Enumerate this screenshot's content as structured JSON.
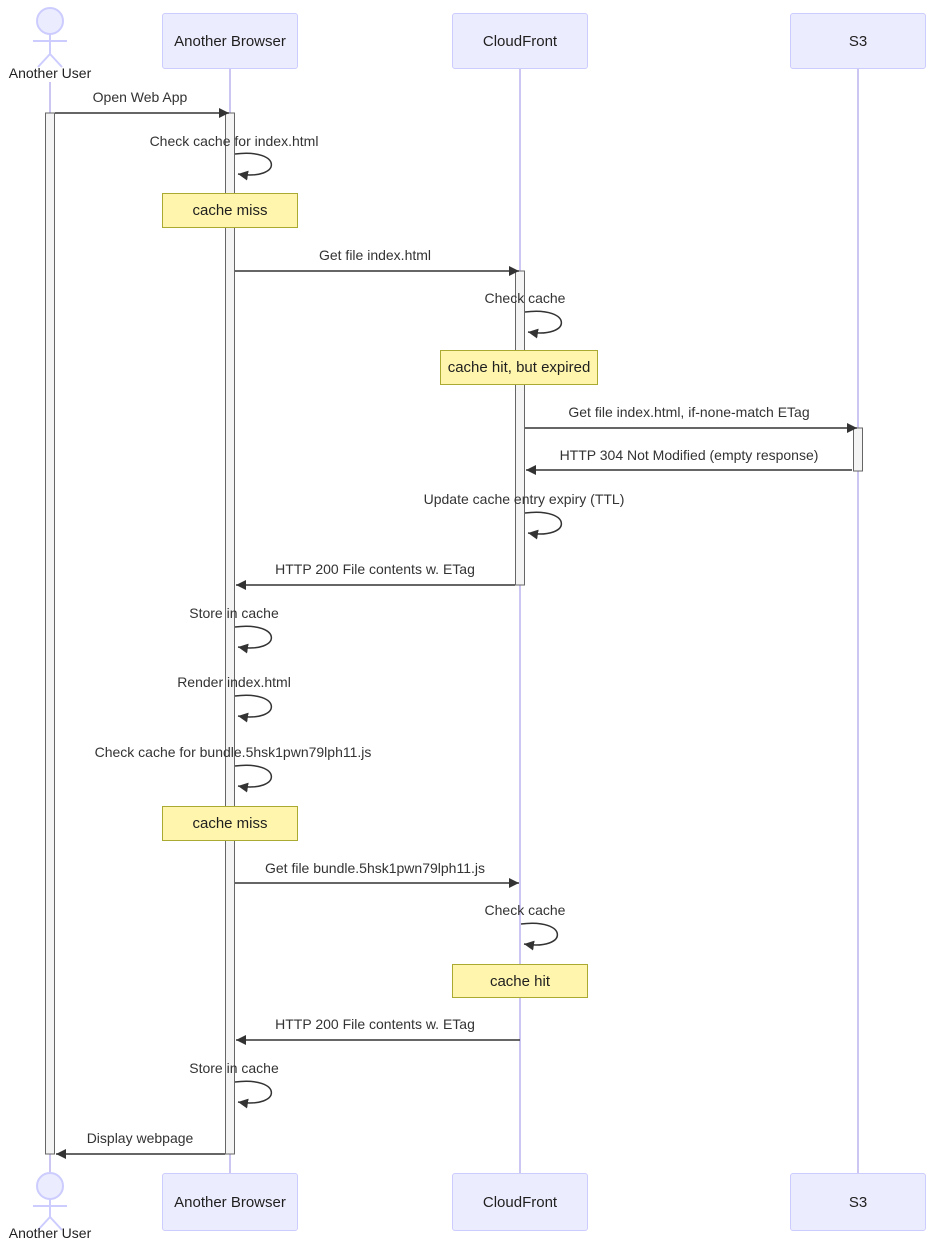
{
  "diagram_type": "sequence-diagram",
  "actors": {
    "user": {
      "label": "Another User",
      "kind": "actor"
    },
    "browser": {
      "label": "Another Browser",
      "kind": "participant"
    },
    "cloudfront": {
      "label": "CloudFront",
      "kind": "participant"
    },
    "s3": {
      "label": "S3",
      "kind": "participant"
    }
  },
  "flow": [
    {
      "from": "Another User",
      "to": "Another Browser",
      "label": "Open Web App",
      "kind": "solid-arrow"
    },
    {
      "from": "Another Browser",
      "to": "Another Browser",
      "label": "Check cache for index.html",
      "kind": "self-message"
    },
    {
      "over": "Another Browser",
      "label": "cache miss",
      "kind": "note"
    },
    {
      "from": "Another Browser",
      "to": "CloudFront",
      "label": "Get file index.html",
      "kind": "solid-arrow"
    },
    {
      "from": "CloudFront",
      "to": "CloudFront",
      "label": "Check cache",
      "kind": "self-message"
    },
    {
      "over": "CloudFront",
      "label": "cache hit, but expired",
      "kind": "note"
    },
    {
      "from": "CloudFront",
      "to": "S3",
      "label": "Get file index.html, if-none-match ETag",
      "kind": "solid-arrow"
    },
    {
      "from": "S3",
      "to": "CloudFront",
      "label": "HTTP 304 Not Modified (empty response)",
      "kind": "solid-arrow"
    },
    {
      "from": "CloudFront",
      "to": "CloudFront",
      "label": "Update cache entry expiry (TTL)",
      "kind": "self-message"
    },
    {
      "from": "CloudFront",
      "to": "Another Browser",
      "label": "HTTP 200 File contents w. ETag",
      "kind": "solid-arrow"
    },
    {
      "from": "Another Browser",
      "to": "Another Browser",
      "label": "Store in cache",
      "kind": "self-message"
    },
    {
      "from": "Another Browser",
      "to": "Another Browser",
      "label": "Render index.html",
      "kind": "self-message"
    },
    {
      "from": "Another Browser",
      "to": "Another Browser",
      "label": "Check cache for bundle.5hsk1pwn79lph11.js",
      "kind": "self-message"
    },
    {
      "over": "Another Browser",
      "label": "cache miss",
      "kind": "note"
    },
    {
      "from": "Another Browser",
      "to": "CloudFront",
      "label": "Get file bundle.5hsk1pwn79lph11.js",
      "kind": "solid-arrow"
    },
    {
      "from": "CloudFront",
      "to": "CloudFront",
      "label": "Check cache",
      "kind": "self-message"
    },
    {
      "over": "CloudFront",
      "label": "cache hit",
      "kind": "note"
    },
    {
      "from": "CloudFront",
      "to": "Another Browser",
      "label": "HTTP 200 File contents w. ETag",
      "kind": "solid-arrow"
    },
    {
      "from": "Another Browser",
      "to": "Another Browser",
      "label": "Store in cache",
      "kind": "self-message"
    },
    {
      "from": "Another Browser",
      "to": "Another User",
      "label": "Display webpage",
      "kind": "solid-arrow"
    }
  ],
  "colors": {
    "participant_fill": "#ECECFF",
    "participant_border": "#ccccff",
    "lifeline": "#ccc6f2",
    "activation_fill": "#f4f4f4",
    "activation_border": "#666666",
    "note_fill": "#fff5ad",
    "note_border": "#aaaa33",
    "arrow": "#333333",
    "text": "#333333"
  }
}
